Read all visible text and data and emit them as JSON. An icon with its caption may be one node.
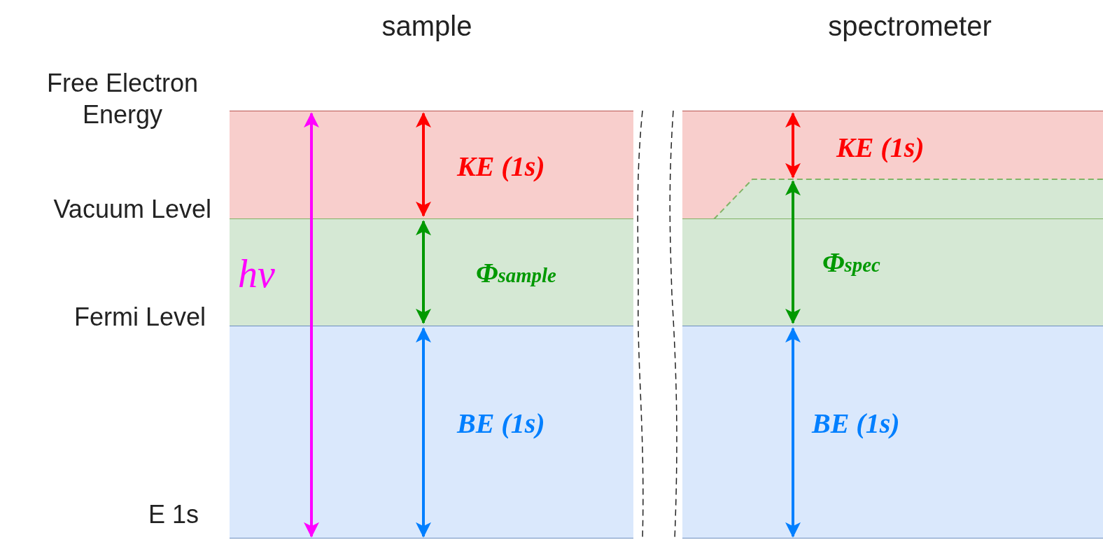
{
  "diagram": {
    "labels": [
      "sample",
      "spectrometer",
      "Free Electron Energy",
      "KE (1s)",
      "KE (1s)",
      "Vacuum Level",
      "hν",
      "Φ$_{sample}$",
      "Φ$_{spec}$",
      "Fermi Level",
      "BE (1s)",
      "BE (1s)",
      "E 1s"
    ]
  }
}
